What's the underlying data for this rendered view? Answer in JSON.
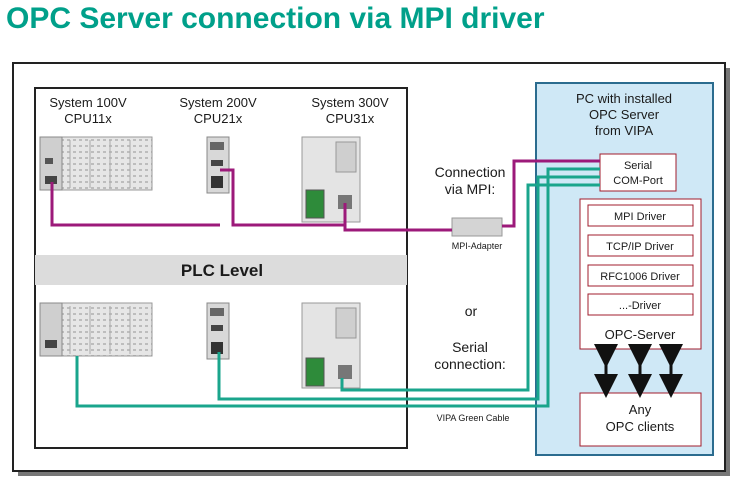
{
  "title": "OPC Server connection via MPI driver",
  "systems": [
    {
      "name": "System 100V",
      "cpu": "CPU11x"
    },
    {
      "name": "System 200V",
      "cpu": "CPU21x"
    },
    {
      "name": "System 300V",
      "cpu": "CPU31x"
    }
  ],
  "plc_level": "PLC Level",
  "connection_mpi": [
    "Connection",
    "via MPI:"
  ],
  "mpi_adapter": "MPI-Adapter",
  "or": "or",
  "serial_connection": [
    "Serial",
    "connection:"
  ],
  "green_cable": "VIPA Green Cable",
  "pc_box": [
    "PC with installed",
    "OPC Server",
    "from VIPA"
  ],
  "com_port": [
    "Serial",
    "COM-Port"
  ],
  "drivers": [
    "MPI Driver",
    "TCP/IP Driver",
    "RFC1006 Driver",
    "...-Driver"
  ],
  "opc_server": "OPC-Server",
  "opc_clients": [
    "Any",
    "OPC clients"
  ],
  "colors": {
    "title": "#00a08a",
    "mpi_cable": "#9c1a7a",
    "green_cable": "#1aa58c",
    "pc_bg": "#cfe8f6",
    "driver_border": "#a01c2c"
  }
}
